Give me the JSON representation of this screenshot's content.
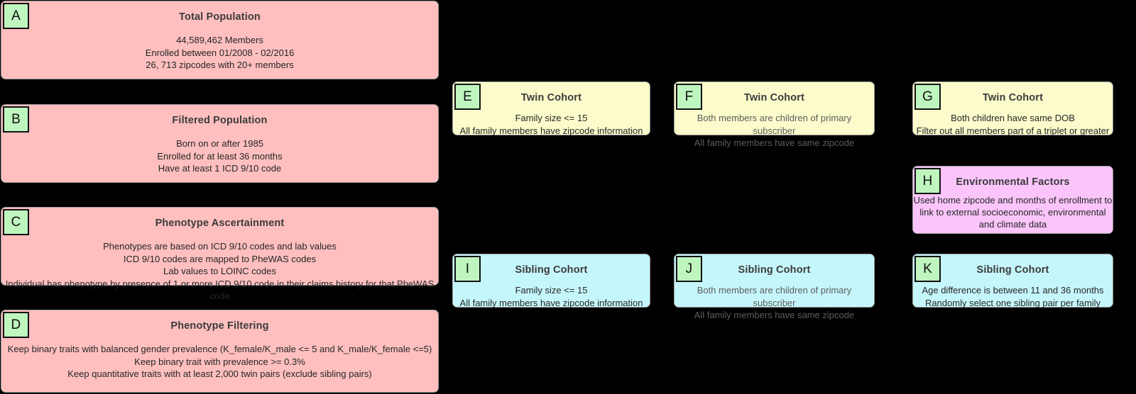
{
  "theme": {
    "background": "#000000",
    "pink": "#FFBFBF",
    "yellow": "#FBFBCB",
    "blue": "#C5F6FB",
    "violet": "#FBC5FB",
    "badge_fill": "#BFF6BF",
    "title_color": "#3B3B3B",
    "body_color": "#262626",
    "dim_body_color": "#5D5D5D"
  },
  "nodes": {
    "a": {
      "badge": "A",
      "title": "Total Population",
      "body": "44,589,462 Members\nEnrolled between 01/2008 - 02/2016\n26, 713 zipcodes with 20+ members"
    },
    "b": {
      "badge": "B",
      "title": "Filtered Population",
      "body": "Born on or after 1985\nEnrolled for at least 36 months\nHave at least 1 ICD 9/10 code"
    },
    "c": {
      "badge": "C",
      "title": "Phenotype Ascertainment",
      "body": "Phenotypes are based on ICD 9/10 codes and lab values\nICD 9/10 codes are mapped to PheWAS codes\nLab values to LOINC codes\nIndividual has phenotype by presence of 1 or more ICD 9/10 code in their claims history for that PheWAS code"
    },
    "d": {
      "badge": "D",
      "title": "Phenotype Filtering",
      "body": "Keep binary traits with balanced gender prevalence (K_female/K_male <= 5 and K_male/K_female <=5)\nKeep binary trait with prevalence >= 0.3%\nKeep quantitative traits with at least 2,000 twin pairs (exclude sibling pairs)"
    },
    "e": {
      "badge": "E",
      "title": "Twin Cohort",
      "body": "Family size <= 15\nAll family members have zipcode information"
    },
    "f": {
      "badge": "F",
      "title": "Twin Cohort",
      "body": "Both members are children of primary subscriber\nAll family members have same zipcode"
    },
    "g": {
      "badge": "G",
      "title": "Twin Cohort",
      "body": "Both children have same DOB\nFilter out all members part of a triplet or greater"
    },
    "h": {
      "badge": "H",
      "title": "Environmental Factors",
      "body": "Used home zipcode and months of enrollment to link to external socioeconomic, environmental and climate data"
    },
    "i": {
      "badge": "I",
      "title": "Sibling Cohort",
      "body": "Family size <= 15\nAll family members have zipcode information"
    },
    "j": {
      "badge": "J",
      "title": "Sibling Cohort",
      "body": "Both members are children of primary subscriber\nAll family members have same zipcode"
    },
    "k": {
      "badge": "K",
      "title": "Sibling Cohort",
      "body": "Age difference is between 11 and 36 months\nRandomly select one sibling pair per family"
    }
  }
}
